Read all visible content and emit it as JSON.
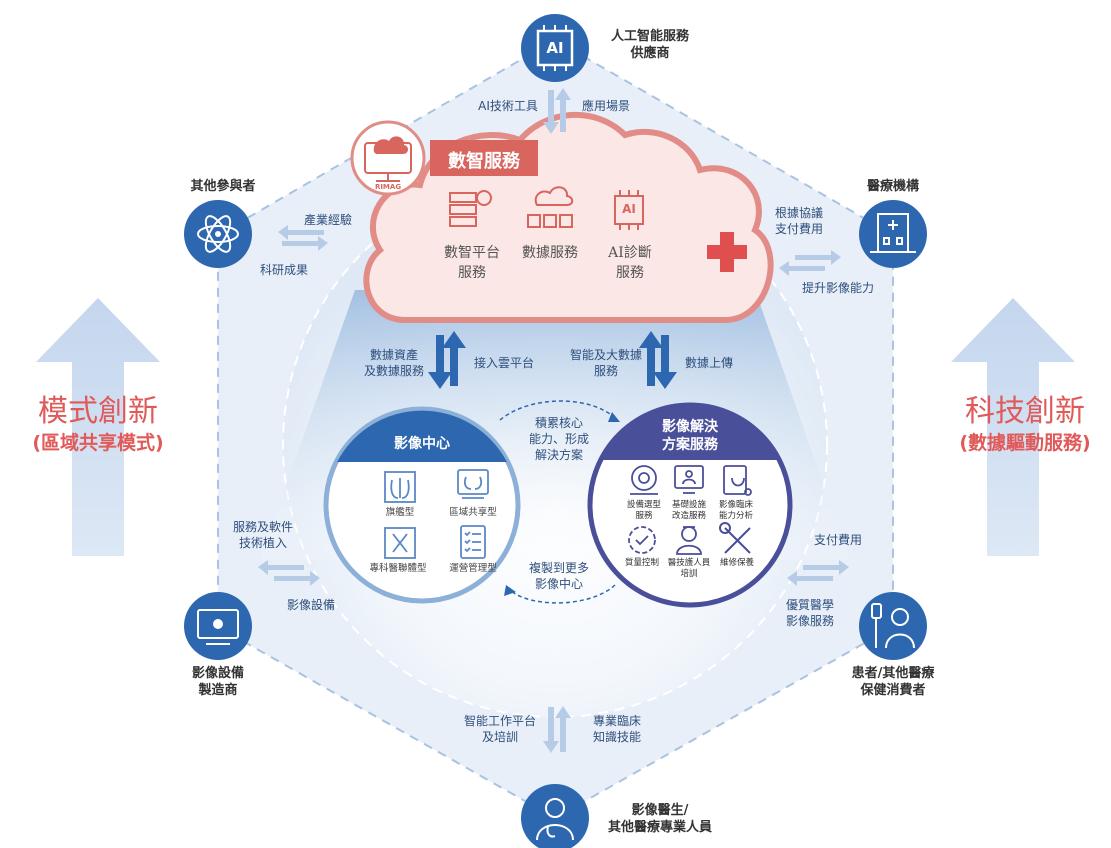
{
  "colors": {
    "blue_dark": "#2d67b0",
    "blue_light": "#c9dbef",
    "pink": "#f7dcdc",
    "pink_border": "#e28c88",
    "red": "#e04f4f",
    "purple": "#4a4f9a"
  },
  "left_side": {
    "title": "模式創新",
    "subtitle": "(區域共享模式)"
  },
  "right_side": {
    "title": "科技創新",
    "subtitle": "(數據驅動服務)"
  },
  "nodes": {
    "ai_vendor": {
      "line1": "人工智能服務",
      "line2": "供應商",
      "icon": "ai-chip-icon"
    },
    "other_participants": {
      "line1": "其他參與者",
      "icon": "atom-icon"
    },
    "hospitals": {
      "line1": "醫療機構",
      "icon": "hospital-building-icon"
    },
    "equipment_maker": {
      "line1": "影像設備",
      "line2": "製造商",
      "icon": "radiation-monitor-icon"
    },
    "patients": {
      "line1": "患者/其他醫療",
      "line2": "保健消費者",
      "icon": "patient-iv-icon"
    },
    "doctors": {
      "line1": "影像醫生/",
      "line2": "其他醫療專業人員",
      "icon": "doctor-icon"
    }
  },
  "flows": {
    "ai_down": "AI技術工具",
    "ai_up": "應用場景",
    "other_top": "產業經驗",
    "other_bottom": "科研成果",
    "hosp_top1": "根據協議",
    "hosp_top2": "支付費用",
    "hosp_bottom": "提升影像能力",
    "equip_top1": "服務及軟件",
    "equip_top2": "技術植入",
    "equip_bottom": "影像設備",
    "patient_top": "支付費用",
    "patient_bottom1": "優質醫學",
    "patient_bottom2": "影像服務",
    "doctor_left1": "智能工作平台",
    "doctor_left2": "及培訓",
    "doctor_right1": "專業臨床",
    "doctor_right2": "知識技能",
    "cloud_left1": "數據資產",
    "cloud_left2": "及數據服務",
    "cloud_left_right": "接入雲平台",
    "cloud_right1": "智能及大數據",
    "cloud_right2": "服務",
    "cloud_right_right": "數據上傳",
    "mid_top1": "積累核心",
    "mid_top2": "能力、形成",
    "mid_top3": "解決方案",
    "mid_bottom1": "複製到更多",
    "mid_bottom2": "影像中心"
  },
  "cloud": {
    "logo_text": "RIMAG",
    "banner": "數智服務",
    "items": [
      {
        "line1": "數智平台",
        "line2": "服務",
        "icon": "server-gear-icon"
      },
      {
        "line1": "數據服務",
        "line2": "",
        "icon": "cloud-network-icon"
      },
      {
        "line1": "AI診斷",
        "line2": "服務",
        "icon": "ai-chip-icon"
      }
    ]
  },
  "imaging_center": {
    "title": "影像中心",
    "items": [
      {
        "label": "旗艦型",
        "icon": "xray-chest-icon"
      },
      {
        "label": "區域共享型",
        "icon": "monitor-lungs-icon"
      },
      {
        "label": "專科醫聯體型",
        "icon": "joint-scan-icon"
      },
      {
        "label": "運營管理型",
        "icon": "checklist-icon"
      }
    ]
  },
  "solutions": {
    "title1": "影像解決",
    "title2": "方案服務",
    "items": [
      {
        "line1": "設備選型",
        "line2": "服務",
        "icon": "ct-scanner-icon"
      },
      {
        "line1": "基礎設施",
        "line2": "改造服務",
        "icon": "monitor-person-icon"
      },
      {
        "line1": "影像臨床",
        "line2": "能力分析",
        "icon": "stethoscope-clipboard-icon"
      },
      {
        "line1": "質量控制",
        "line2": "",
        "icon": "gear-check-icon"
      },
      {
        "line1": "醫技護人員",
        "line2": "培訓",
        "icon": "nurse-icon"
      },
      {
        "line1": "維修保養",
        "line2": "",
        "icon": "wrench-screwdriver-icon"
      }
    ]
  }
}
